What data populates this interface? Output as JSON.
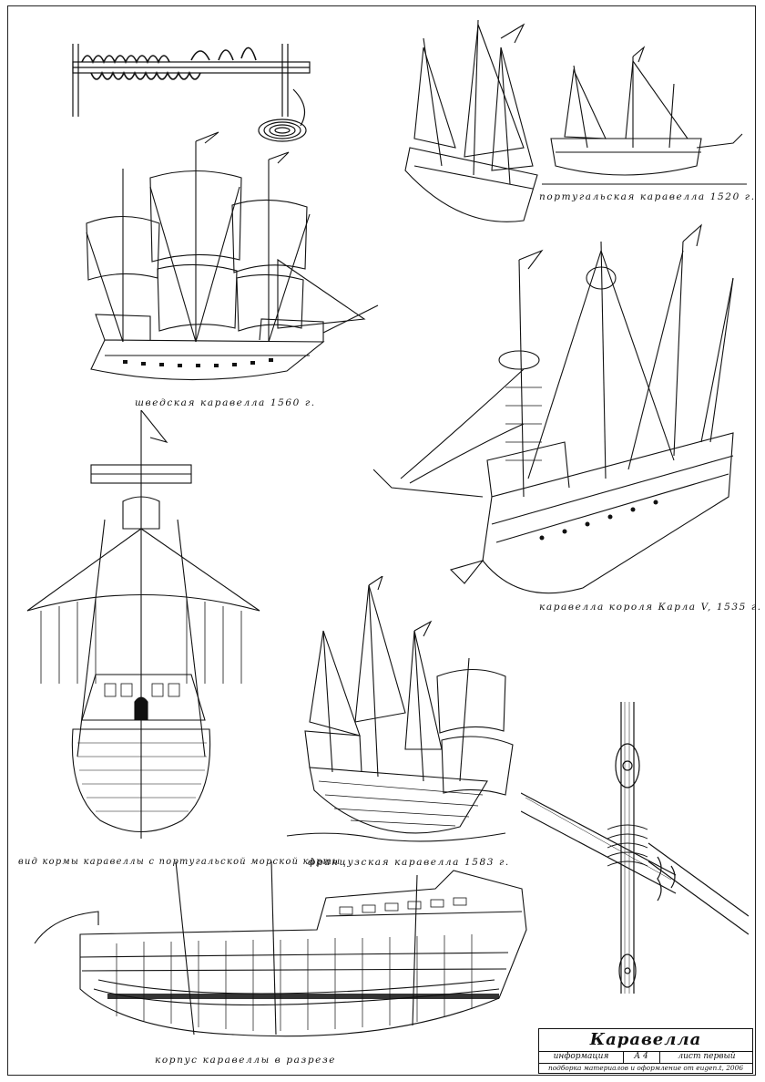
{
  "captions": {
    "swedish": "шведская каравелла 1560 г.",
    "portuguese": "португальская каравелла 1520 г.",
    "charles": "каравелла короля Карла V, 1535 г.",
    "stern": "вид кормы каравеллы с португальской морской карты",
    "french": "французская каравелла 1583 г.",
    "hull": "корпус каравеллы в разрезе"
  },
  "title_block": {
    "title": "Каравелла",
    "info": "информация",
    "format": "А 4",
    "sheet": "лист первый",
    "credits": "подборка материалов и оформление от eugen.t, 2006"
  }
}
